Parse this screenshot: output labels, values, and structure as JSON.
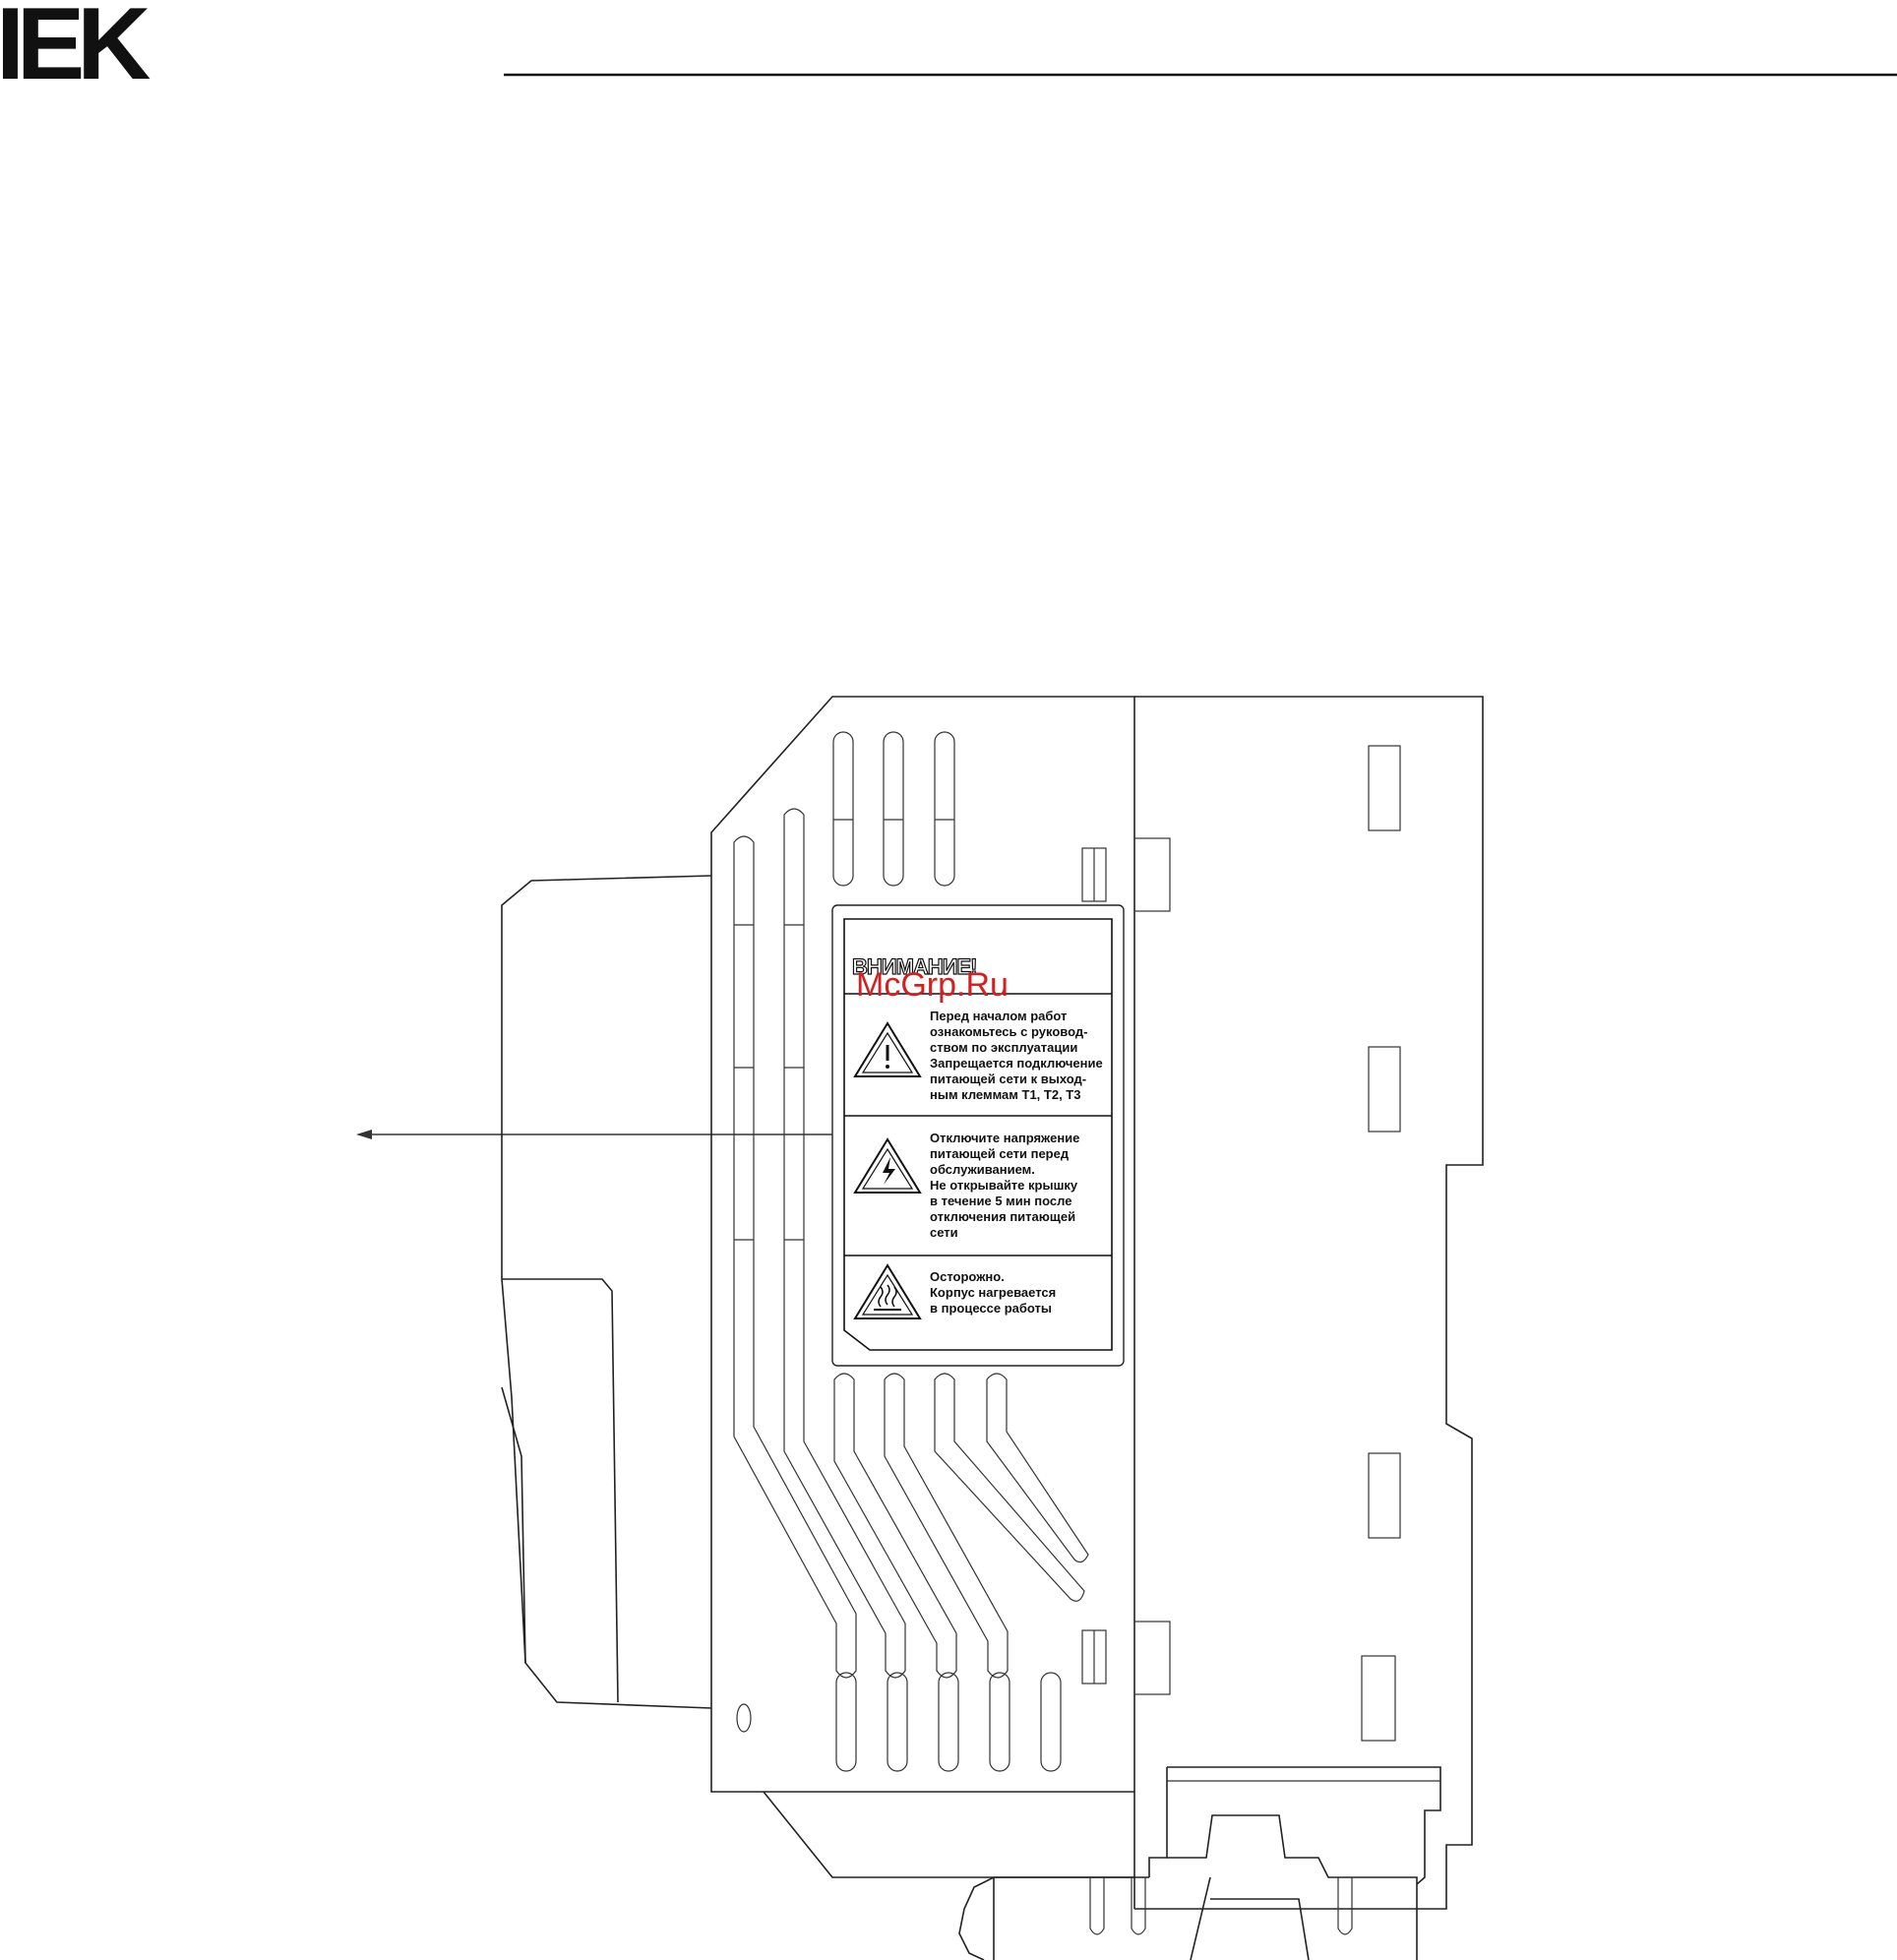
{
  "header": {
    "logo_text": "IEK"
  },
  "label": {
    "title": "ВНИМАНИЕ!",
    "watermark": "McGrp.Ru",
    "sections": [
      {
        "icon": "warning-exclamation-icon",
        "lines": [
          "Перед началом работ",
          "ознакомьтесь с руковод-",
          "ством по эксплуатации",
          "Запрещается подключение",
          "питающей сети к выход-",
          "ным клеммам T1, T2, T3"
        ]
      },
      {
        "icon": "electric-shock-icon",
        "lines": [
          "Отключите напряжение",
          "питающей сети перед",
          "обслуживанием.",
          "Не открывайте крышку",
          "в течение 5 мин после",
          "отключения питающей",
          "сети"
        ]
      },
      {
        "icon": "hot-surface-icon",
        "lines": [
          "Осторожно.",
          "Корпус нагревается",
          "в процессе работы"
        ]
      }
    ]
  }
}
